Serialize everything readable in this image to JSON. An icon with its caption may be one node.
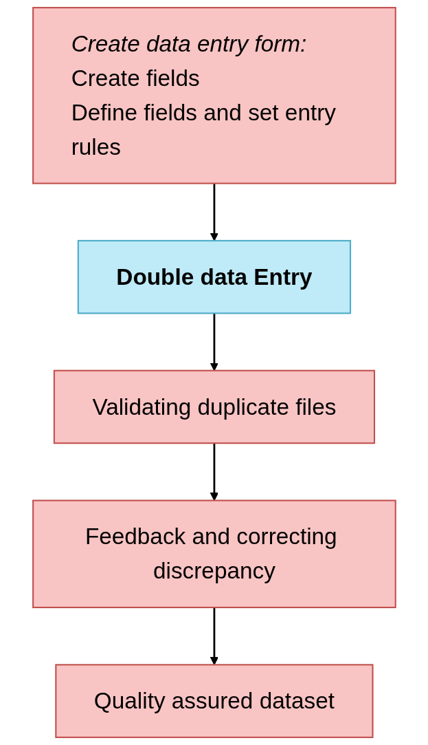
{
  "diagram": {
    "nodes": [
      {
        "text": [
          "Create data entry form:",
          "Create fields",
          "Define fields and set entry rules"
        ]
      },
      {
        "text": [
          "Double data Entry"
        ]
      },
      {
        "text": [
          "Validating duplicate files"
        ]
      },
      {
        "text": [
          "Feedback and correcting discrepancy"
        ]
      },
      {
        "text": [
          "Quality assured dataset"
        ]
      }
    ],
    "edges": [
      {
        "from": 0,
        "to": 1,
        "arrow": "to"
      },
      {
        "from": 1,
        "to": 2,
        "arrow": "to"
      },
      {
        "from": 2,
        "to": 3,
        "arrow": "to"
      },
      {
        "from": 3,
        "to": 4,
        "arrow": "to"
      }
    ]
  }
}
